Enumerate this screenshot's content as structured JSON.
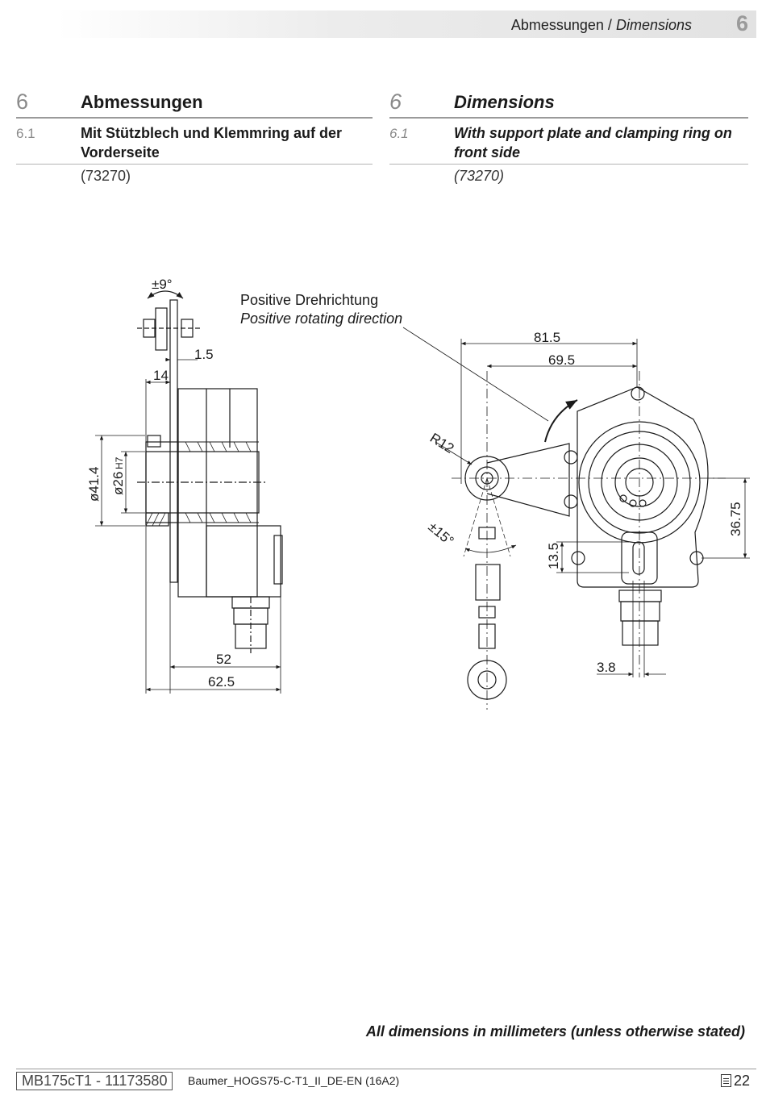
{
  "header": {
    "text_de": "Abmessungen /",
    "text_en": "Dimensions",
    "chapter": "6"
  },
  "left": {
    "section_number": "6",
    "section_title": "Abmessungen",
    "subsection_number": "6.1",
    "subsection_title": "Mit Stützblech und Klemmring auf der Vorderseite",
    "code": "(73270)"
  },
  "right": {
    "section_number": "6",
    "section_title": "Dimensions",
    "subsection_number": "6.1",
    "subsection_title": "With support plate and clamping ring on front side",
    "code": "(73270)"
  },
  "drawing": {
    "label_de": "Positive Drehrichtung",
    "label_en": "Positive rotating direction",
    "dim_angle_9": "±9°",
    "dim_1_5": "1.5",
    "dim_14": "14",
    "dim_d41_4": "ø41.4",
    "dim_d26": "ø26",
    "dim_h7": "H7",
    "dim_52": "52",
    "dim_62_5": "62.5",
    "dim_81_5": "81.5",
    "dim_69_5": "69.5",
    "dim_r12": "R12",
    "dim_angle_15": "±15°",
    "dim_13_5": "13.5",
    "dim_36_75": "36.75",
    "dim_3_8": "3.8"
  },
  "footnote": "All dimensions in millimeters (unless otherwise stated)",
  "footer": {
    "doc_id": "MB175cT1 - 11173580",
    "doc_name": "Baumer_HOGS75-C-T1_II_DE-EN (16A2)",
    "page": "22"
  }
}
